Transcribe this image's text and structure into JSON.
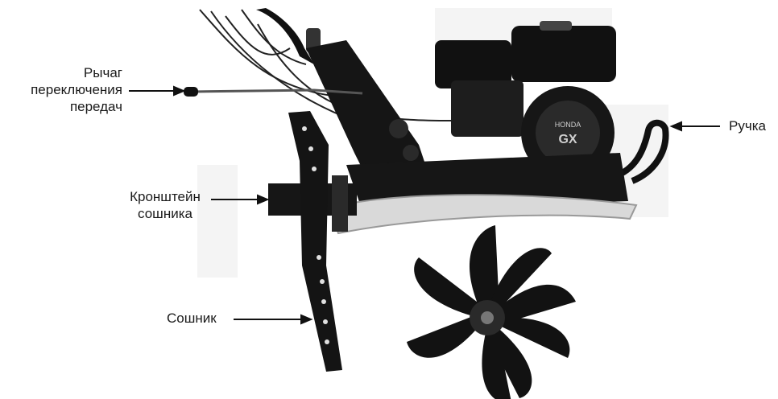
{
  "labels": {
    "gear_lever": [
      "Рычаг",
      "переключения",
      "передач"
    ],
    "bracket": [
      "Кронштейн",
      "сошника"
    ],
    "coulter": "Сошник",
    "handle": "Ручка"
  },
  "colors": {
    "text": "#1a1a1a",
    "machine_dark": "#111111",
    "machine_mid": "#2b2b2b",
    "shield": "#d9d9d9",
    "background_panel": "#f3f3f3"
  },
  "brand": {
    "engine_logo": "HONDA",
    "engine_model": "GX"
  }
}
